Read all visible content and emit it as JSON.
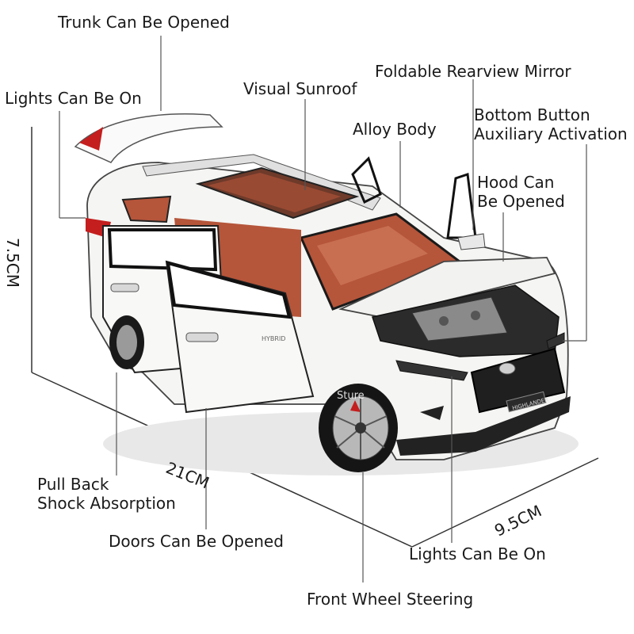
{
  "labels": {
    "trunk": "Trunk Can Be Opened",
    "lights_rear": "Lights Can Be On",
    "sunroof": "Visual Sunroof",
    "mirror": "Foldable Rearview Mirror",
    "alloy": "Alloy Body",
    "bottom_button_1": "Bottom Button",
    "bottom_button_2": "Auxiliary Activation",
    "hood_1": "Hood Can",
    "hood_2": "Be Opened",
    "pullback_1": "Pull Back",
    "pullback_2": "Shock Absorption",
    "doors": "Doors Can Be Opened",
    "lights_front": "Lights Can Be On",
    "steering": "Front Wheel Steering"
  },
  "dimensions": {
    "height": "7.5CM",
    "length": "21CM",
    "width": "9.5CM"
  },
  "car": {
    "badge_model": "HIGHLANDER",
    "badge_side": "HYBRID",
    "watermark": "Sture",
    "body_color": "#f4f4f2",
    "interior_color": "#b5553a"
  }
}
